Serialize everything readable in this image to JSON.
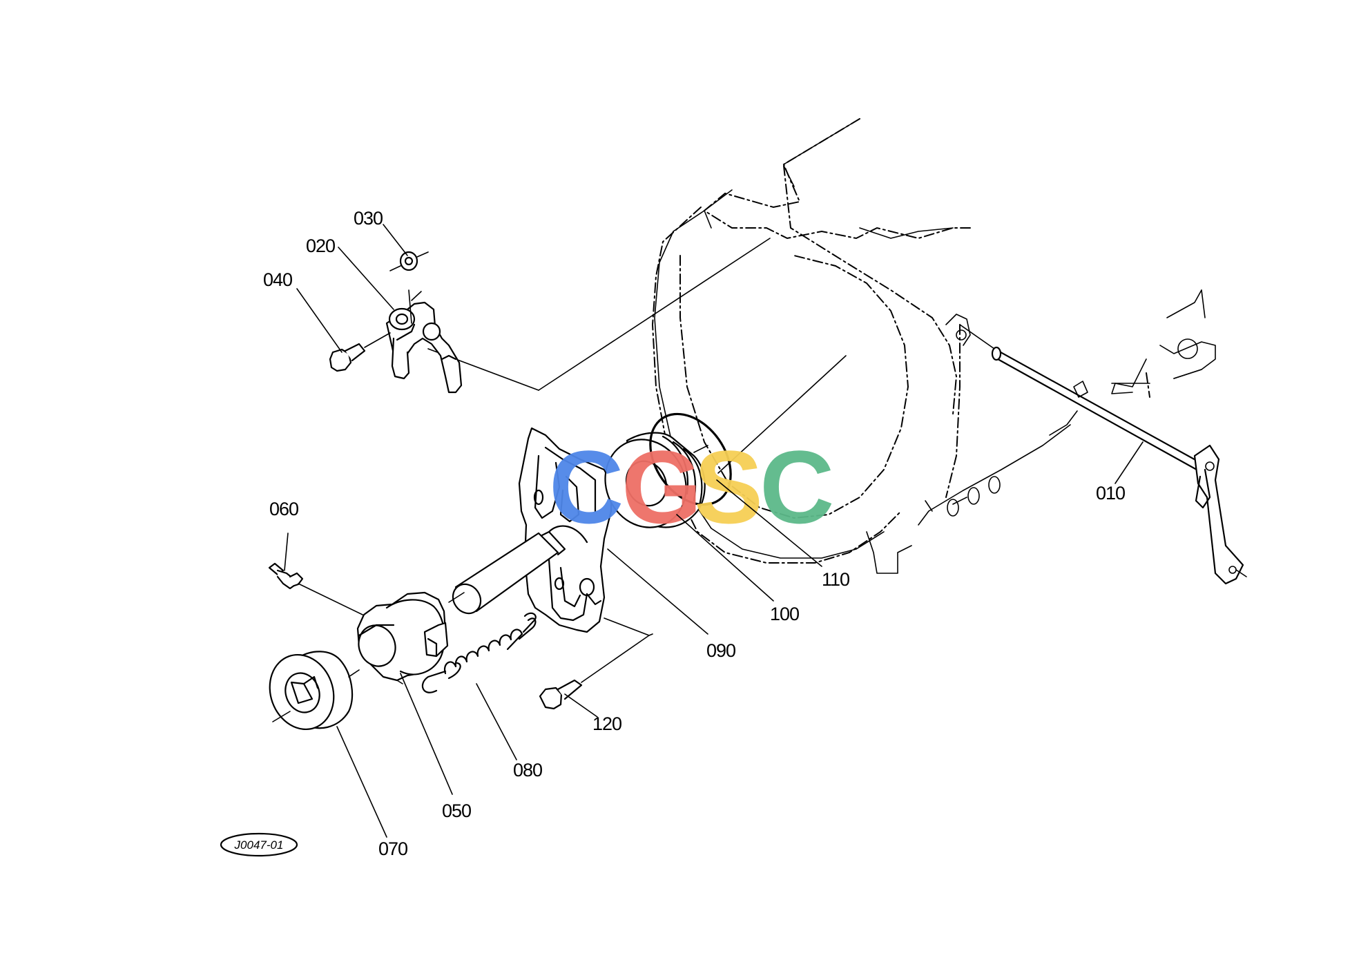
{
  "diagram": {
    "reference_code": "J0047-01",
    "callouts": [
      {
        "id": "010",
        "label": "010"
      },
      {
        "id": "020",
        "label": "020"
      },
      {
        "id": "030",
        "label": "030"
      },
      {
        "id": "040",
        "label": "040"
      },
      {
        "id": "050",
        "label": "050"
      },
      {
        "id": "060",
        "label": "060"
      },
      {
        "id": "070",
        "label": "070"
      },
      {
        "id": "080",
        "label": "080"
      },
      {
        "id": "090",
        "label": "090"
      },
      {
        "id": "100",
        "label": "100"
      },
      {
        "id": "110",
        "label": "110"
      },
      {
        "id": "120",
        "label": "120"
      }
    ]
  },
  "watermark": {
    "letters": [
      "C",
      "G",
      "S",
      "C"
    ],
    "colors": [
      "#4f86e8",
      "#ee6f66",
      "#f6cf55",
      "#5cb98a"
    ]
  }
}
